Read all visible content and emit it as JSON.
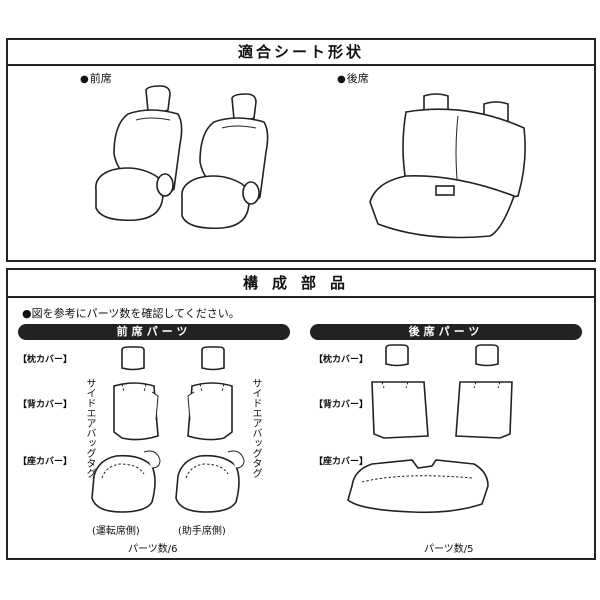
{
  "section1": {
    "title": "適合シート形状",
    "front_label": "前席",
    "rear_label": "後席"
  },
  "section2": {
    "title": "構成部品",
    "instruction": "●図を参考にパーツ数を確認してください。",
    "front": {
      "header": "前席パーツ",
      "labels": {
        "headrest": "【枕カバー】",
        "back": "【背カバー】",
        "seat": "【座カバー】"
      },
      "tag_text": "サイドエアバッグタグ",
      "driver_caption": "(運転席側)",
      "passenger_caption": "(助手席側)",
      "count": "パーツ数/6"
    },
    "rear": {
      "header": "後席パーツ",
      "labels": {
        "headrest": "【枕カバー】",
        "back": "【背カバー】",
        "seat": "【座カバー】"
      },
      "count": "パーツ数/5"
    }
  }
}
